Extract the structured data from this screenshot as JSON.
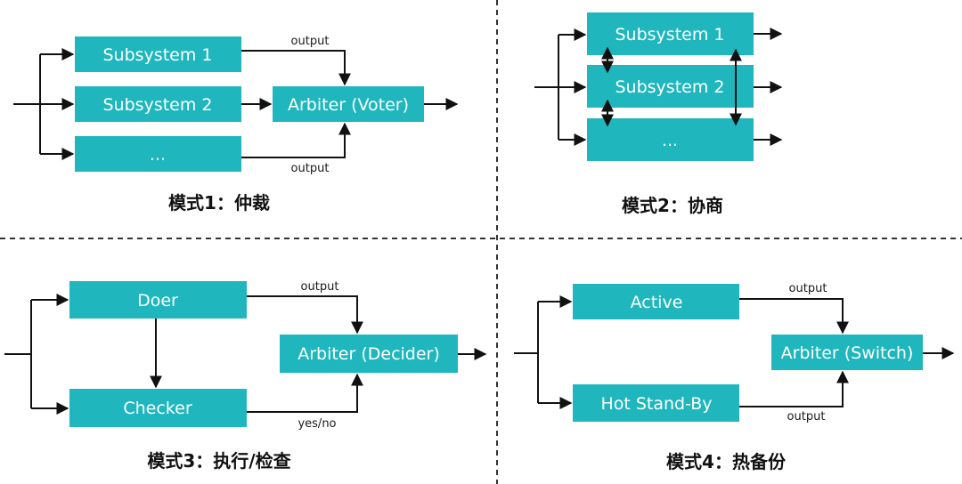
{
  "panels": {
    "p1": {
      "caption": "模式1：仲裁",
      "box_subsystem1": "Subsystem 1",
      "box_subsystem2": "Subsystem 2",
      "box_ellipsis": "...",
      "box_arbiter": "Arbiter (Voter)",
      "label_output_top": "output",
      "label_output_bottom": "output"
    },
    "p2": {
      "caption": "模式2：协商",
      "box_subsystem1": "Subsystem 1",
      "box_subsystem2": "Subsystem 2",
      "box_ellipsis": "..."
    },
    "p3": {
      "caption": "模式3：执行/检查",
      "box_doer": "Doer",
      "box_checker": "Checker",
      "box_arbiter": "Arbiter (Decider)",
      "label_output": "output",
      "label_yesno": "yes/no"
    },
    "p4": {
      "caption": "模式4：热备份",
      "box_active": "Active",
      "box_standby": "Hot Stand-By",
      "box_arbiter": "Arbiter (Switch)",
      "label_output_top": "output",
      "label_output_bottom": "output"
    }
  },
  "colors": {
    "box_fill": "#1fb6bd",
    "box_text": "#ffffff",
    "line": "#111111"
  }
}
